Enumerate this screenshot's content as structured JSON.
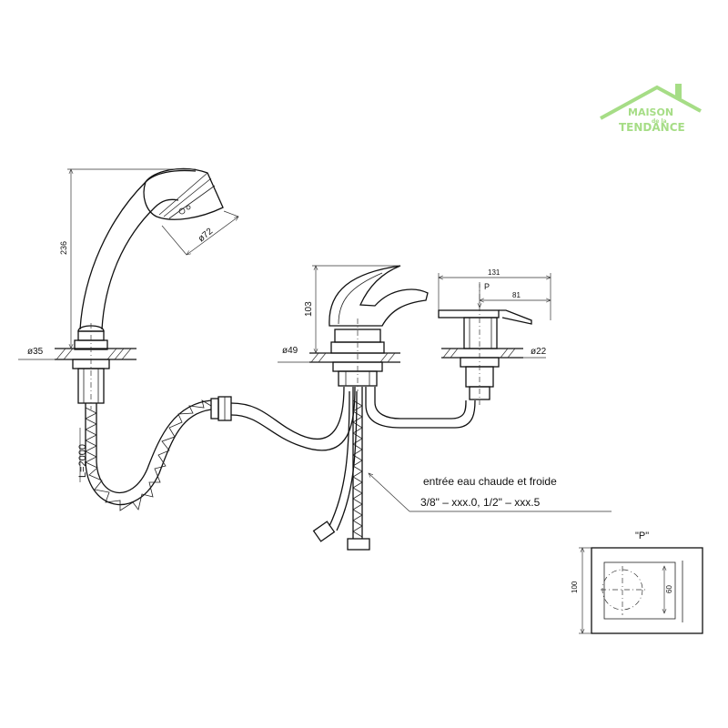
{
  "logo": {
    "line1": "MAISON",
    "line2": "de la",
    "line3": "TENDANCE",
    "color": "#a6dd86"
  },
  "dims": {
    "handshower_height": "236",
    "handshower_diameter": "ø72",
    "hole1": "ø35",
    "hole2": "ø49",
    "hole3": "ø22",
    "lever_height": "103",
    "lever_length": "131",
    "lever_offset": "81",
    "hose_length": "L=2000",
    "p_marker": "P"
  },
  "note": {
    "line1": "entrée eau chaude et froide",
    "line2": "3/8\"  –  xxx.0,  1/2\"  –  xxx.5"
  },
  "detail": {
    "title": "\"P\"",
    "height": "100",
    "inner": "60"
  }
}
